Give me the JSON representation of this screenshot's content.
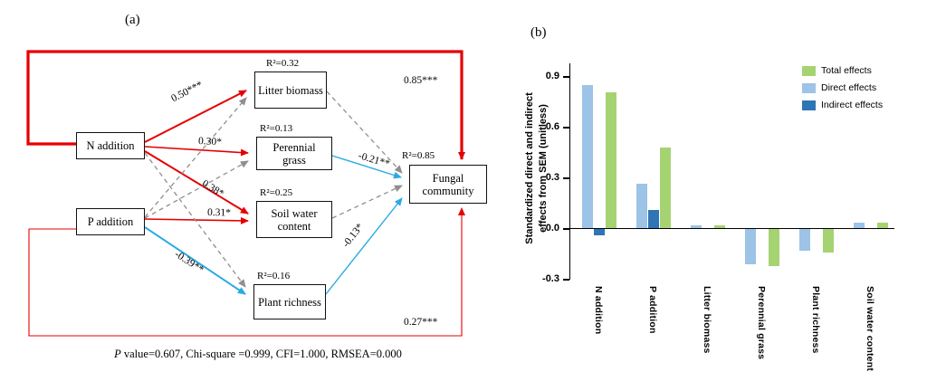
{
  "colors": {
    "sem-red": "#e60000",
    "sem-blue": "#29abe2",
    "sem-gray": "#8f8f8f"
  },
  "panel_a": {
    "label": "(a)",
    "boxes": [
      {
        "label": "N addition"
      },
      {
        "label": "P addition"
      },
      {
        "label": "Litter biomass",
        "r2": "R²=0.32"
      },
      {
        "label": "Perennial grass",
        "r2": "R²=0.13"
      },
      {
        "label": "Soil water content",
        "r2": "R²=0.25"
      },
      {
        "label": "Plant richness",
        "r2": "R²=0.16"
      },
      {
        "label": "Fungal community",
        "r2": "R²=0.85"
      }
    ],
    "coefficients": [
      {
        "path": "N addition to Litter biomass",
        "value": "0.50***"
      },
      {
        "path": "N addition to Perennial grass",
        "value": "0.30*"
      },
      {
        "path": "N addition to Soil water content",
        "value": "0.38*"
      },
      {
        "path": "P addition to Soil water content",
        "value": "0.31*"
      },
      {
        "path": "P addition to Plant richness",
        "value": "-0.39**"
      },
      {
        "path": "Perennial grass to Fungal community",
        "value": "-0.21**"
      },
      {
        "path": "Plant richness to Fungal community",
        "value": "-0.13*"
      },
      {
        "path": "N addition to Fungal community",
        "value": "0.85***"
      },
      {
        "path": "P addition to Fungal community",
        "value": "0.27***"
      }
    ],
    "fit_stats": {
      "italic": "P",
      "text": " value=0.607, Chi-square =0.999, CFI=1.000, RMSEA=0.000"
    }
  },
  "panel_b": {
    "label": "(b)"
  },
  "chart_data": {
    "type": "bar",
    "title": "",
    "xlabel": "",
    "ylabel": "Standardized direct and indirect effects from SEM (unitless)",
    "ylabel_lines": [
      "Standardized direct and indirect",
      "effects from SEM (unitless)"
    ],
    "categories": [
      "N addition",
      "P addition",
      "Litter biomass",
      "Perennial grass",
      "Plant richness",
      "Soil water content"
    ],
    "series": [
      {
        "name": "Direct effects",
        "color": "#9dc3e6",
        "values": [
          0.85,
          0.27,
          0.02,
          -0.21,
          -0.13,
          0.04
        ]
      },
      {
        "name": "Indirect effects",
        "color": "#2e75b6",
        "values": [
          -0.04,
          0.11,
          0,
          0,
          0,
          0
        ]
      },
      {
        "name": "Total effects",
        "color": "#a6d372",
        "values": [
          0.81,
          0.48,
          0.02,
          -0.22,
          -0.14,
          0.04
        ]
      }
    ],
    "legend_order": [
      "Total effects",
      "Direct effects",
      "Indirect effects"
    ],
    "yticks": [
      0.9,
      0.6,
      0.3,
      0.0,
      -0.3
    ],
    "ylim": [
      -0.3,
      1.0
    ],
    "grid": false,
    "legend_position": "top-right"
  }
}
